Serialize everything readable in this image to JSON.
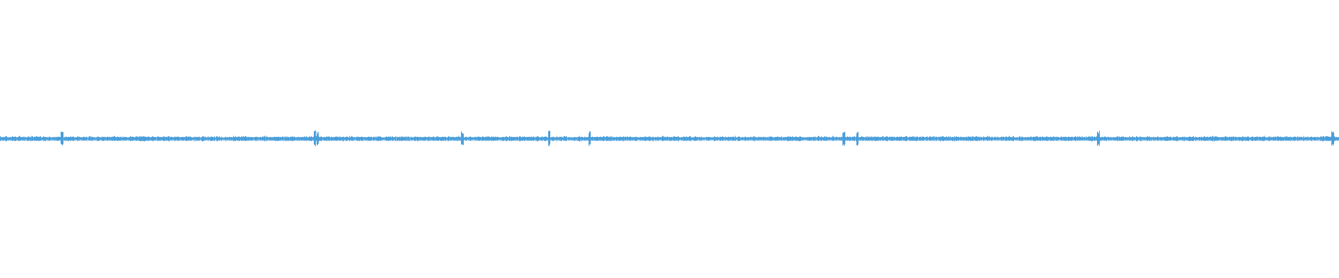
{
  "waveform": {
    "color": "#4a9fdb",
    "background": "#ffffff",
    "amplitude_typical": 0.02,
    "amplitude_peak": 0.06,
    "spikes": [
      0.046,
      0.235,
      0.237,
      0.345,
      0.41,
      0.44,
      0.63,
      0.64,
      0.82,
      0.995
    ]
  }
}
